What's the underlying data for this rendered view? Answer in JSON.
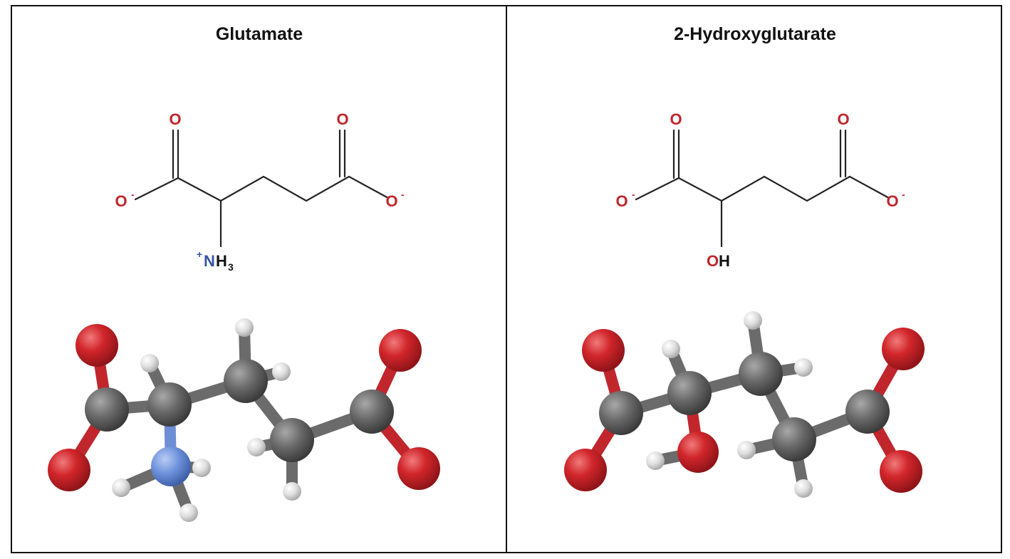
{
  "panels": [
    {
      "title": "Glutamate",
      "labels": {
        "o_top_left": "O",
        "o_top_right": "O",
        "o_left": "O",
        "o_right": "O",
        "charge_minus": "-",
        "n_plus": "+",
        "n": "N",
        "h": "H",
        "sub3": "3"
      }
    },
    {
      "title": "2-Hydroxyglutarate",
      "labels": {
        "o_top_left": "O",
        "o_top_right": "O",
        "o_left": "O",
        "o_right": "O",
        "charge_minus": "-",
        "oh_o": "O",
        "oh_h": "H"
      }
    }
  ],
  "colors": {
    "oxygen": "#c0262c",
    "nitrogen": "#3553a3",
    "carbon": "#5e5e5e",
    "hydrogen": "#dcdcdc",
    "nitrogen_ball": "#6f93dc"
  }
}
